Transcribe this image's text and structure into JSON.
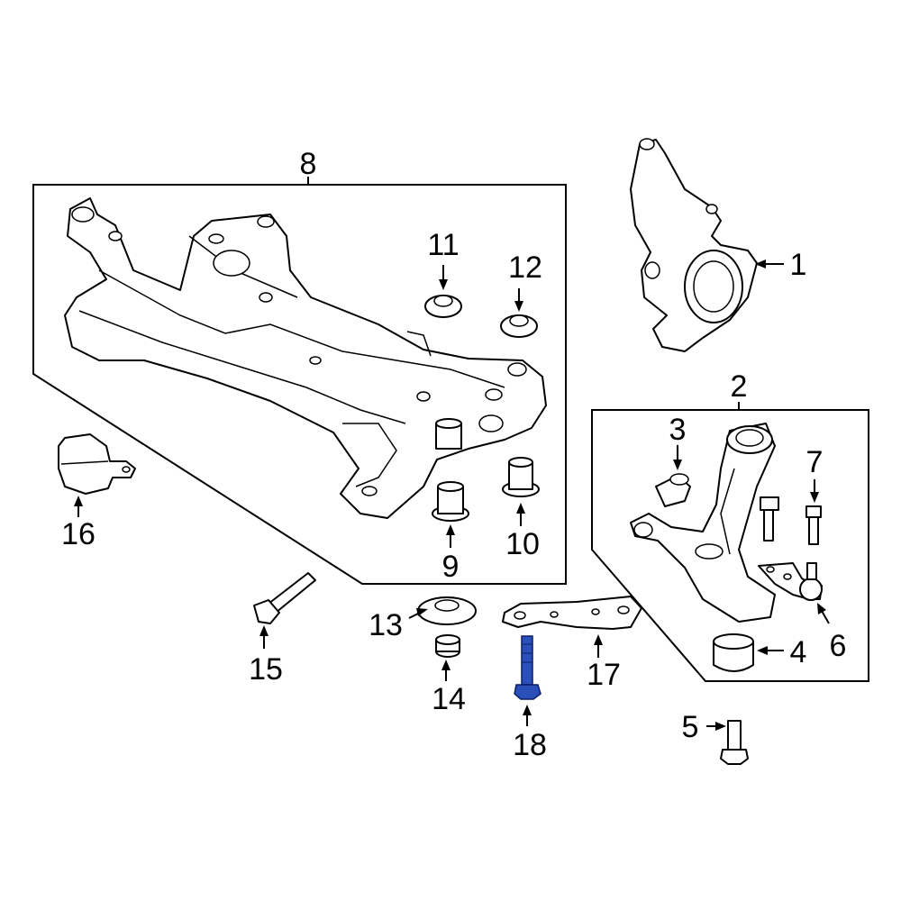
{
  "diagram": {
    "highlight_color": "#2b4fb8",
    "highlighted_part": "18",
    "callouts": {
      "c1": "1",
      "c2": "2",
      "c3": "3",
      "c4": "4",
      "c5": "5",
      "c6": "6",
      "c7": "7",
      "c8": "8",
      "c9": "9",
      "c10": "10",
      "c11": "11",
      "c12": "12",
      "c13": "13",
      "c14": "14",
      "c15": "15",
      "c16": "16",
      "c17": "17",
      "c18": "18"
    }
  }
}
